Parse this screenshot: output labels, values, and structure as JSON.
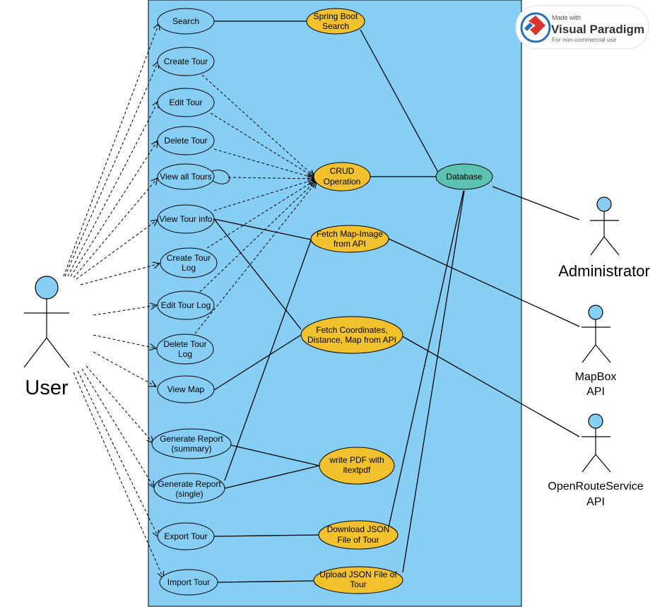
{
  "watermark": {
    "line1": "Made with",
    "line2": "Visual Paradigm",
    "line3": "For non-commercial use"
  },
  "colors": {
    "system_boundary": "#87CEF5",
    "user_usecase_fill": "#87CEF5",
    "internal_usecase_fill": "#F2C12E",
    "database_fill": "#5CC2B2",
    "actor_head": "#87CEF5"
  },
  "actors": {
    "user": "User",
    "administrator": "Administrator",
    "mapbox_line1": "MapBox",
    "mapbox_line2": "API",
    "ors_line1": "OpenRouteService",
    "ors_line2": "API"
  },
  "user_use_cases": {
    "search": [
      "Search"
    ],
    "create_tour": [
      "Create Tour"
    ],
    "edit_tour": [
      "Edit Tour"
    ],
    "delete_tour": [
      "Delete Tour"
    ],
    "view_all_tours": [
      "View all Tours"
    ],
    "view_tour_info": [
      "View Tour info"
    ],
    "create_tour_log": [
      "Create Tour",
      "Log"
    ],
    "edit_tour_log": [
      "Edit Tour Log"
    ],
    "delete_tour_log": [
      "Delete Tour",
      "Log"
    ],
    "view_map": [
      "View Map"
    ],
    "generate_report_summary": [
      "Generate Report",
      "(summary)"
    ],
    "generate_report_single": [
      "Generate Report",
      "(single)"
    ],
    "export_tour": [
      "Export Tour"
    ],
    "import_tour": [
      "Import Tour"
    ]
  },
  "internal_use_cases": {
    "spring_boot_search": [
      "Spring Boot",
      "Search"
    ],
    "crud_operation": [
      "CRUD",
      "Operation"
    ],
    "fetch_map_image": [
      "Fetch Map-Image",
      "from API"
    ],
    "fetch_coordinates": [
      "Fetch Coordinates,",
      "Distance, Map from API"
    ],
    "write_pdf": [
      "write PDF with",
      "itextpdf"
    ],
    "download_json": [
      "Download JSON",
      "File of Tour"
    ],
    "upload_json": [
      "Upload JSON File of",
      "Tour"
    ],
    "database": [
      "Database"
    ]
  }
}
